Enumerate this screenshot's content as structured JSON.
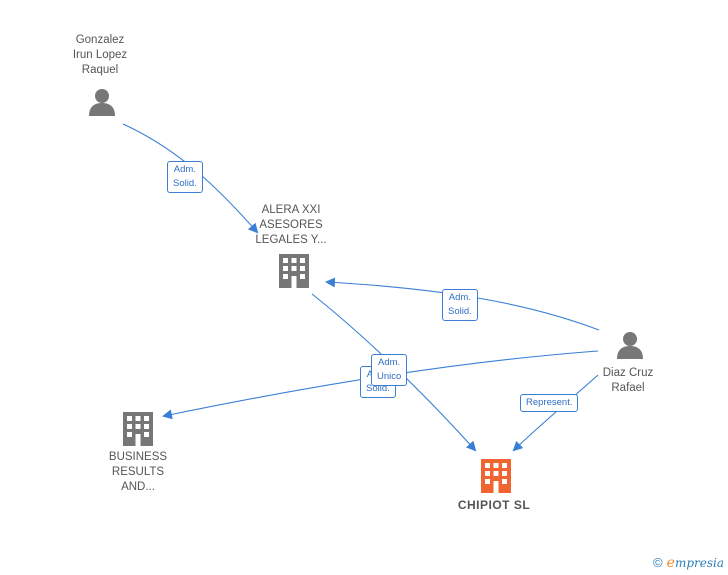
{
  "nodes": {
    "gonzalez": {
      "label": "Gonzalez\nIrun Lopez\nRaquel"
    },
    "alera": {
      "label": "ALERA XXI\nASESORES\nLEGALES Y..."
    },
    "diaz": {
      "label": "Diaz Cruz\nRafael"
    },
    "business": {
      "label": "BUSINESS\nRESULTS\nAND..."
    },
    "chipiot": {
      "label": "CHIPIOT  SL"
    }
  },
  "edges": {
    "gonzalez_alera": "Adm.\nSolid.",
    "diaz_alera": "Adm.\nSolid.",
    "diaz_business": "Adm.\nSolid.",
    "alera_chipiot": "Adm.\nUnico",
    "diaz_chipiot": "Represent."
  },
  "colors": {
    "edge": "#3a7fd5",
    "person": "#777777",
    "company": "#777777",
    "main_company": "#f26531"
  },
  "footer": {
    "copyright": "©",
    "brand_e": "e",
    "brand_rest": "mpresia"
  }
}
